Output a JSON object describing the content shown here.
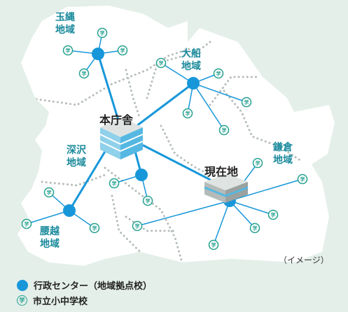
{
  "areas": {
    "tamanawa": "玉縄地域",
    "ofuna": "大船地域",
    "fukasawa": "深沢地域",
    "kamakura": "鎌倉地域",
    "koshigoe": "腰越地域"
  },
  "buildings": {
    "city_hall": "本庁舎",
    "new_site": "現在地"
  },
  "note": "（イメージ）",
  "legend": {
    "center": "行政センター（地域拠点校）",
    "school": "市立小中学校"
  },
  "school_mark": "学",
  "colors": {
    "background": "#e4efe9",
    "map_fill": "#ffffff",
    "line": "#1797d9",
    "center_dot": "#1797d9",
    "school_icon": "#24a08f",
    "area_label": "#1a8a9c"
  }
}
